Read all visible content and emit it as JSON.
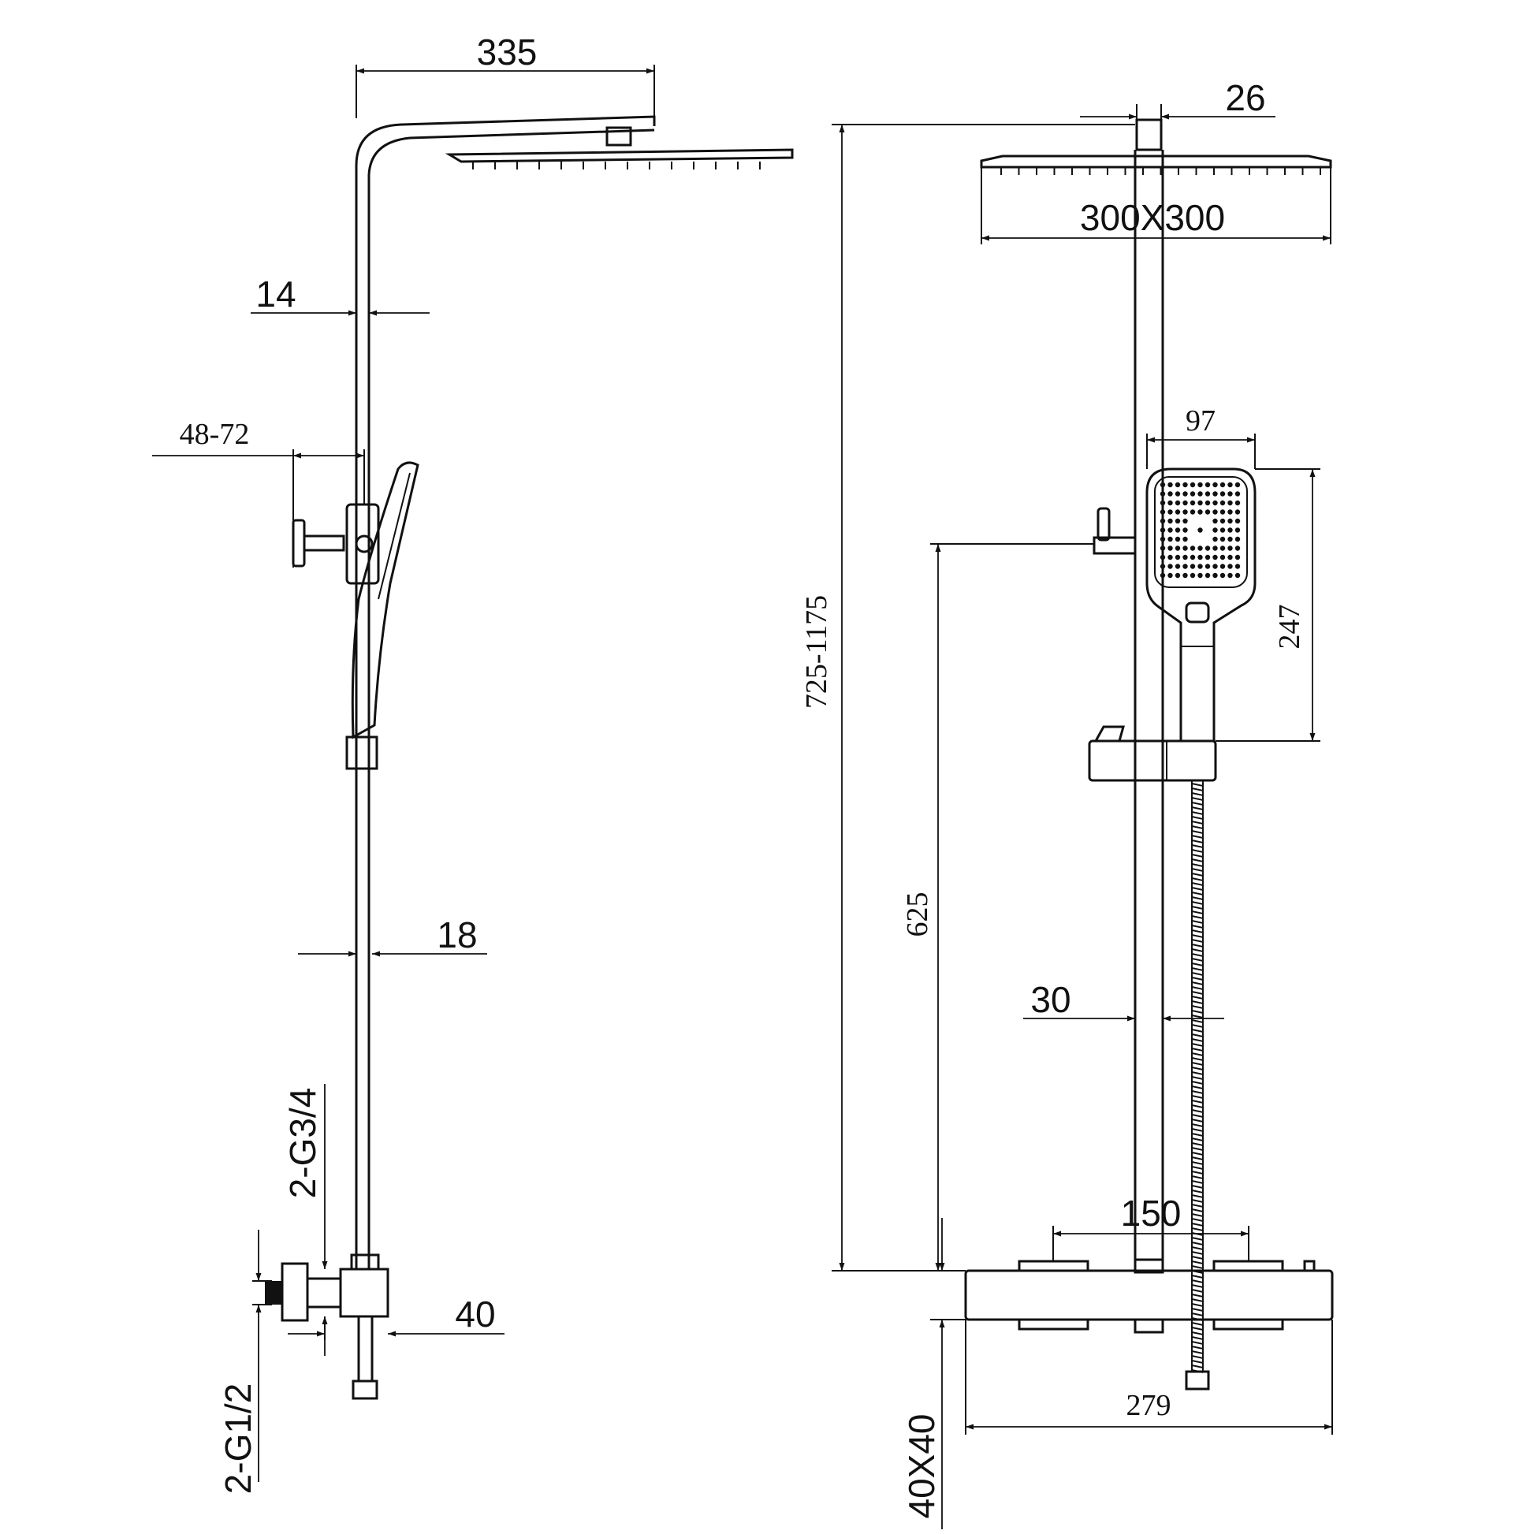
{
  "side_view": {
    "dim_arm_reach": "335",
    "dim_riser_top": "14",
    "dim_wall_distance": "48-72",
    "dim_riser_bottom": "18",
    "dim_inlet_upper": "2-G3/4",
    "dim_inlet_lower": "2-G1/2",
    "dim_mixer_depth": "40"
  },
  "front_view": {
    "dim_head_joint": "26",
    "dim_head_size": "300X300",
    "dim_total_height": "725-1175",
    "dim_handshower_width": "97",
    "dim_handshower_height": "247",
    "dim_holder_height": "625",
    "dim_riser_width": "30",
    "dim_inlet_spacing": "150",
    "dim_mixer_width": "279",
    "dim_mixer_section": "40X40"
  },
  "colors": {
    "line": "#111111",
    "background": "#ffffff"
  }
}
